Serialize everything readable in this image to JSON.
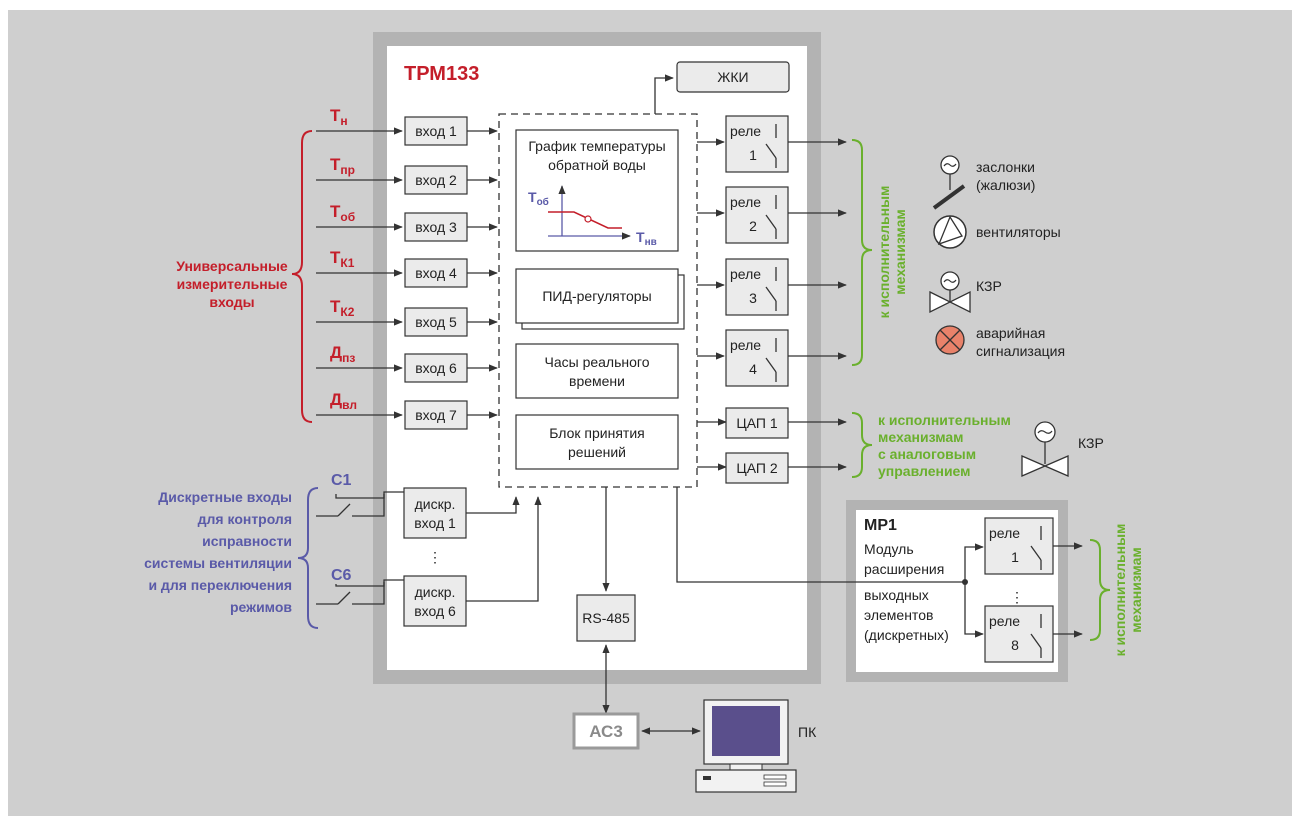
{
  "device_title": "ТРМ133",
  "lcd_label": "ЖКИ",
  "inputs": [
    {
      "sym": "Т",
      "sub": "н",
      "label": "вход 1"
    },
    {
      "sym": "Т",
      "sub": "пр",
      "label": "вход 2"
    },
    {
      "sym": "Т",
      "sub": "об",
      "label": "вход 3"
    },
    {
      "sym": "Т",
      "sub": "К1",
      "label": "вход 4"
    },
    {
      "sym": "Т",
      "sub": "К2",
      "label": "вход 5"
    },
    {
      "sym": "Д",
      "sub": "пз",
      "label": "вход 6"
    },
    {
      "sym": "Д",
      "sub": "вл",
      "label": "вход 7"
    }
  ],
  "universal_inputs_label": [
    "Универсальные",
    "измерительные",
    "входы"
  ],
  "discrete_inputs_label": [
    "Дискретные входы",
    "для контроля",
    "исправности",
    "системы вентиляции",
    "и для переключения",
    "режимов"
  ],
  "discrete_inputs": [
    {
      "contact": "С1",
      "label_line1": "дискр.",
      "label_line2": "вход 1"
    },
    {
      "contact": "С6",
      "label_line1": "дискр.",
      "label_line2": "вход 6"
    }
  ],
  "ellipsis": "⋮",
  "blocks": {
    "graph_title": [
      "График температуры",
      "обратной воды"
    ],
    "graph_y": "Т",
    "graph_y_sub": "об",
    "graph_x": "Т",
    "graph_x_sub": "нв",
    "pid": "ПИД-регуляторы",
    "clock": [
      "Часы реального",
      "времени"
    ],
    "decision": [
      "Блок принятия",
      "решений"
    ]
  },
  "relays": [
    {
      "word": "реле",
      "num": "1"
    },
    {
      "word": "реле",
      "num": "2"
    },
    {
      "word": "реле",
      "num": "3"
    },
    {
      "word": "реле",
      "num": "4"
    }
  ],
  "dacs": [
    "ЦАП 1",
    "ЦАП 2"
  ],
  "rs485": "RS-485",
  "acz": "АС3",
  "pc": "ПК",
  "actuators_vertical": [
    "к исполнительным",
    "механизмам"
  ],
  "analog_actuators": [
    "к исполнительным",
    "механизмам",
    "с аналоговым",
    "управлением"
  ],
  "legend": {
    "dampers": [
      "заслонки",
      "(жалюзи)"
    ],
    "fans": "вентиляторы",
    "kzr": "КЗР",
    "alarm": [
      "аварийная",
      "сигнализация"
    ],
    "kzr2": "КЗР"
  },
  "mp1": {
    "title": "МР1",
    "desc": [
      "Модуль",
      "расширения",
      "выходных",
      "элементов",
      "(дискретных)"
    ],
    "relays": [
      {
        "word": "реле",
        "num": "1"
      },
      {
        "word": "реле",
        "num": "8"
      }
    ]
  },
  "colors": {
    "red": "#c41e2a",
    "blue": "#5a5aa8",
    "green": "#6ab02d",
    "device_frame": "#b3b3b3",
    "box_fill": "#ebebeb",
    "screen": "#5a4f8c",
    "alarm": "#e8826a"
  }
}
